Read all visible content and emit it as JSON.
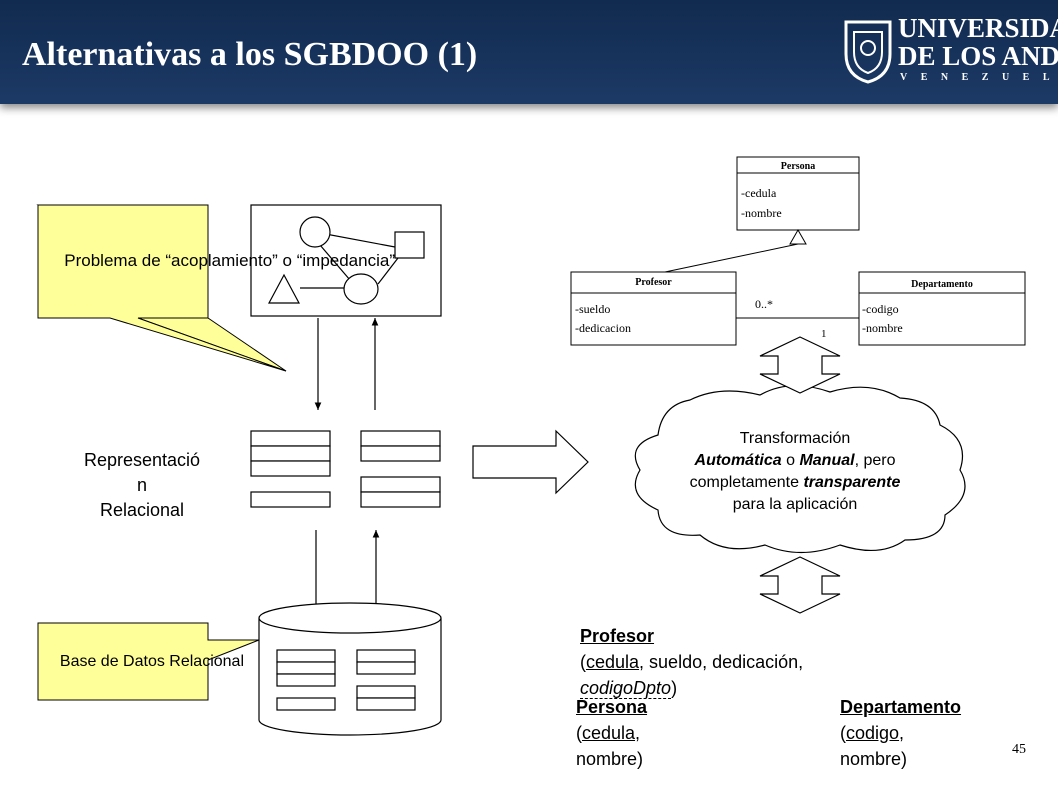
{
  "slide": {
    "title": "Alternativas a los SGBDOO (1)",
    "page_number": "45",
    "logo": {
      "line1": "UNIVERSIDAD",
      "line2": "DE LOS ANDES",
      "line3": "VENEZUELA"
    }
  },
  "callouts": {
    "impedance": "Problema de “acoplamiento” o “impedancia”",
    "database": "Base de Datos Relacional"
  },
  "relational_label": {
    "line1": "Representació",
    "line2": "n",
    "line3": "Relacional"
  },
  "uml": {
    "persona": {
      "name": "Persona",
      "attrs": [
        "-cedula",
        "-nombre"
      ]
    },
    "profesor": {
      "name": "Profesor",
      "attrs": [
        "-sueldo",
        "-dedicacion"
      ]
    },
    "departamento": {
      "name": "Departamento",
      "attrs": [
        "-codigo",
        "-nombre"
      ]
    },
    "multiplicity_many": "0..*",
    "multiplicity_one": "1"
  },
  "cloud": {
    "line1": "Transformación",
    "line2_a": "Automática",
    "line2_b": " o ",
    "line2_c": "Manual",
    "line2_d": ", pero",
    "line3_a": "completamente ",
    "line3_b": "transparente",
    "line4": "para la aplicación"
  },
  "schemas": {
    "profesor": {
      "name": "Profesor",
      "open": "(",
      "key": "cedula",
      "rest": ", sueldo, dedicación,",
      "fk": "codigoDpto",
      "close": ")"
    },
    "persona": {
      "name": "Persona",
      "open": "(",
      "key": "cedula",
      "rest": ",",
      "line2": "nombre)"
    },
    "departamento": {
      "name": "Departamento",
      "open": "(",
      "key": "codigo",
      "rest": ",",
      "line2": "nombre)"
    }
  },
  "colors": {
    "header": "#1c3a66",
    "callout": "#ffff99",
    "cloud": "#ffffff"
  }
}
